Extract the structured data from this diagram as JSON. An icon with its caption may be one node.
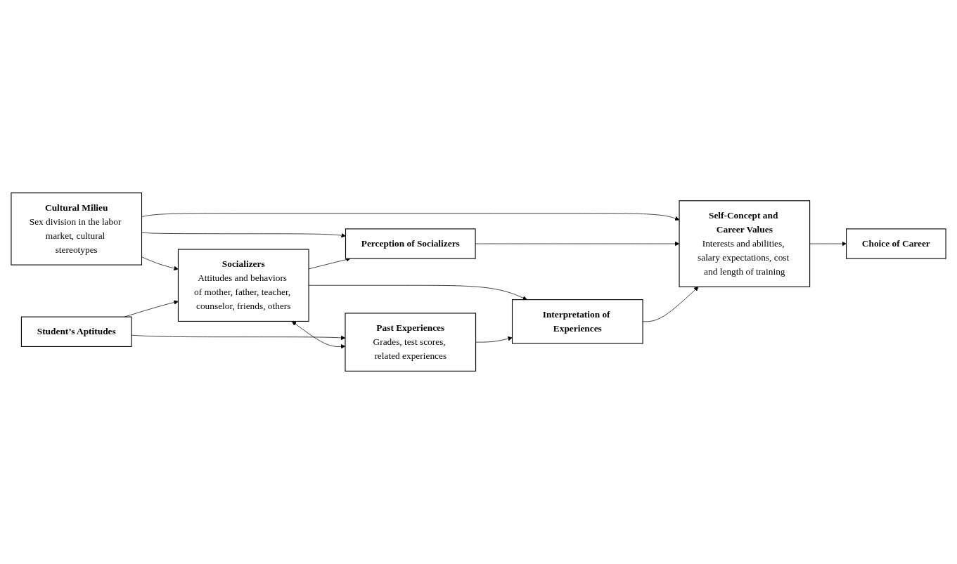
{
  "diagram": {
    "nodes": [
      {
        "text": [
          "Cultural Milieu",
          "Sex division in the labor market, cultural stereotypes"
        ]
      },
      {
        "text": [
          "Student’s Aptitudes"
        ]
      },
      {
        "text": [
          "Socializers",
          "Attitudes and behaviors of mother, father, teacher, counselor, friends, others"
        ]
      },
      {
        "text": [
          "Past Experiences",
          "Grades, test scores, related experiences"
        ]
      },
      {
        "text": [
          "Perception of Socializers"
        ]
      },
      {
        "text": [
          "Interpretation of Experiences"
        ]
      },
      {
        "text": [
          "Self-Concept and Career Values",
          "Interests and abilities, salary expectations, cost and length of training"
        ]
      },
      {
        "text": [
          "Choice of Career"
        ]
      }
    ],
    "edges": [
      {
        "from": 0,
        "to": 2,
        "arrow": "to"
      },
      {
        "from": 0,
        "to": 4,
        "arrow": "to"
      },
      {
        "from": 0,
        "to": 6,
        "arrow": "to"
      },
      {
        "from": 1,
        "to": 2,
        "arrow": "to"
      },
      {
        "from": 1,
        "to": 3,
        "arrow": "to"
      },
      {
        "from": 2,
        "to": 3,
        "arrow": "both"
      },
      {
        "from": 2,
        "to": 4,
        "arrow": "to"
      },
      {
        "from": 2,
        "to": 5,
        "arrow": "to"
      },
      {
        "from": 3,
        "to": 5,
        "arrow": "to"
      },
      {
        "from": 4,
        "to": 6,
        "arrow": "to"
      },
      {
        "from": 5,
        "to": 6,
        "arrow": "to"
      },
      {
        "from": 6,
        "to": 7,
        "arrow": "to"
      }
    ]
  }
}
